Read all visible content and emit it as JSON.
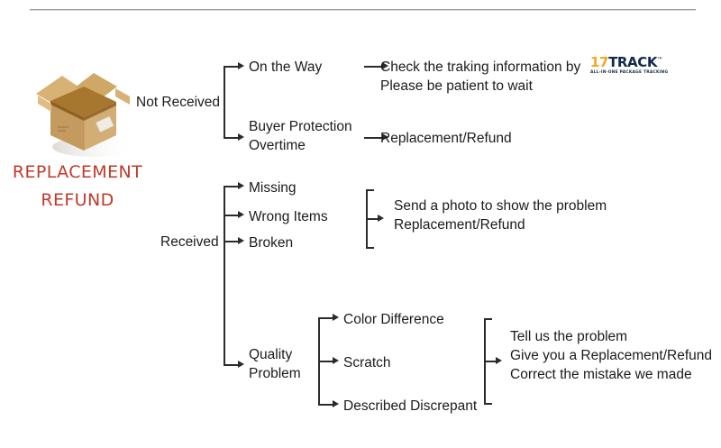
{
  "diagram": {
    "title_lines": [
      "REPLACEMENT",
      "REFUND"
    ],
    "title_color": "#c0392b",
    "icon": "open-cardboard-box"
  },
  "logo": {
    "number": "17",
    "word": "TRACK",
    "tm": "™",
    "tagline": "ALL-IN-ONE PACKAGE TRACKING",
    "number_color": "#f5a623",
    "word_color": "#13294b"
  },
  "branches": {
    "not_received": {
      "label": "Not Received",
      "children": [
        {
          "label": "On the Way",
          "outcome_lines": [
            "Check the traking information by",
            "Please be patient to wait"
          ]
        },
        {
          "label_lines": [
            "Buyer Protection",
            "Overtime"
          ],
          "outcome": "Replacement/Refund"
        }
      ]
    },
    "received": {
      "label": "Received",
      "group_one": {
        "items": [
          "Missing",
          "Wrong Items",
          "Broken"
        ],
        "outcome_lines": [
          "Send a photo to show the problem",
          "Replacement/Refund"
        ]
      },
      "quality_problem": {
        "label_lines": [
          "Quality",
          "Problem"
        ],
        "items": [
          "Color Difference",
          "Scratch",
          "Described Discrepant"
        ],
        "outcome_lines": [
          "Tell us the problem",
          "Give you a Replacement/Refund",
          "Correct the mistake we made"
        ]
      }
    }
  }
}
